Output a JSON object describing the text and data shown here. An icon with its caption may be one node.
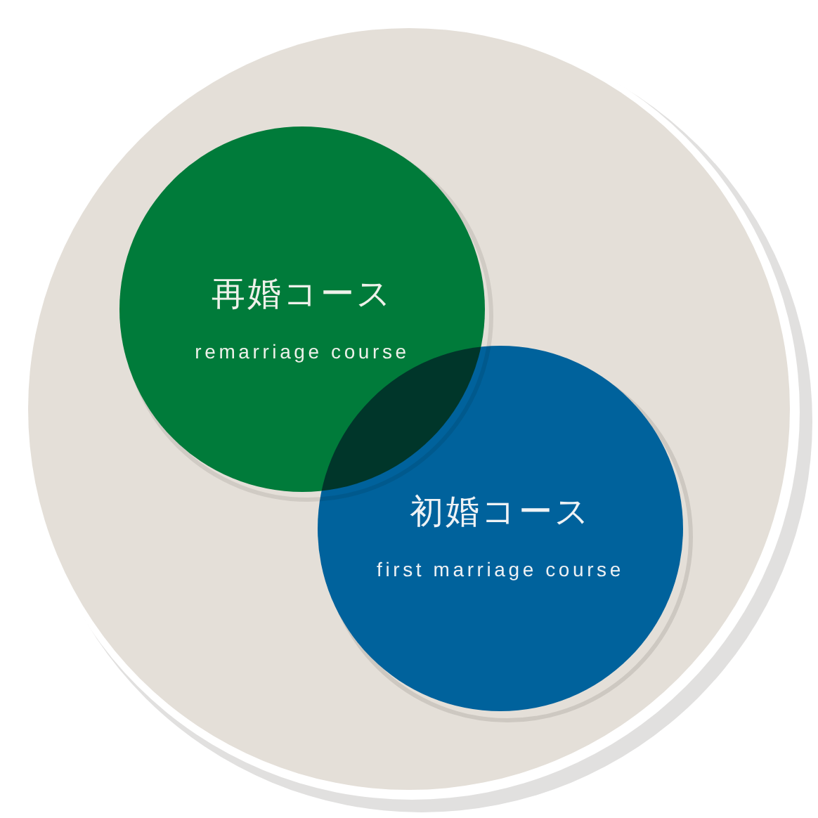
{
  "diagram": {
    "nodes": [
      {
        "text": [],
        "shape": "circle"
      },
      {
        "text": [
          "再婚コース",
          "remarriage course"
        ],
        "in": 0
      },
      {
        "text": [
          "初婚コース",
          "first marriage course"
        ],
        "in": 0
      }
    ]
  }
}
